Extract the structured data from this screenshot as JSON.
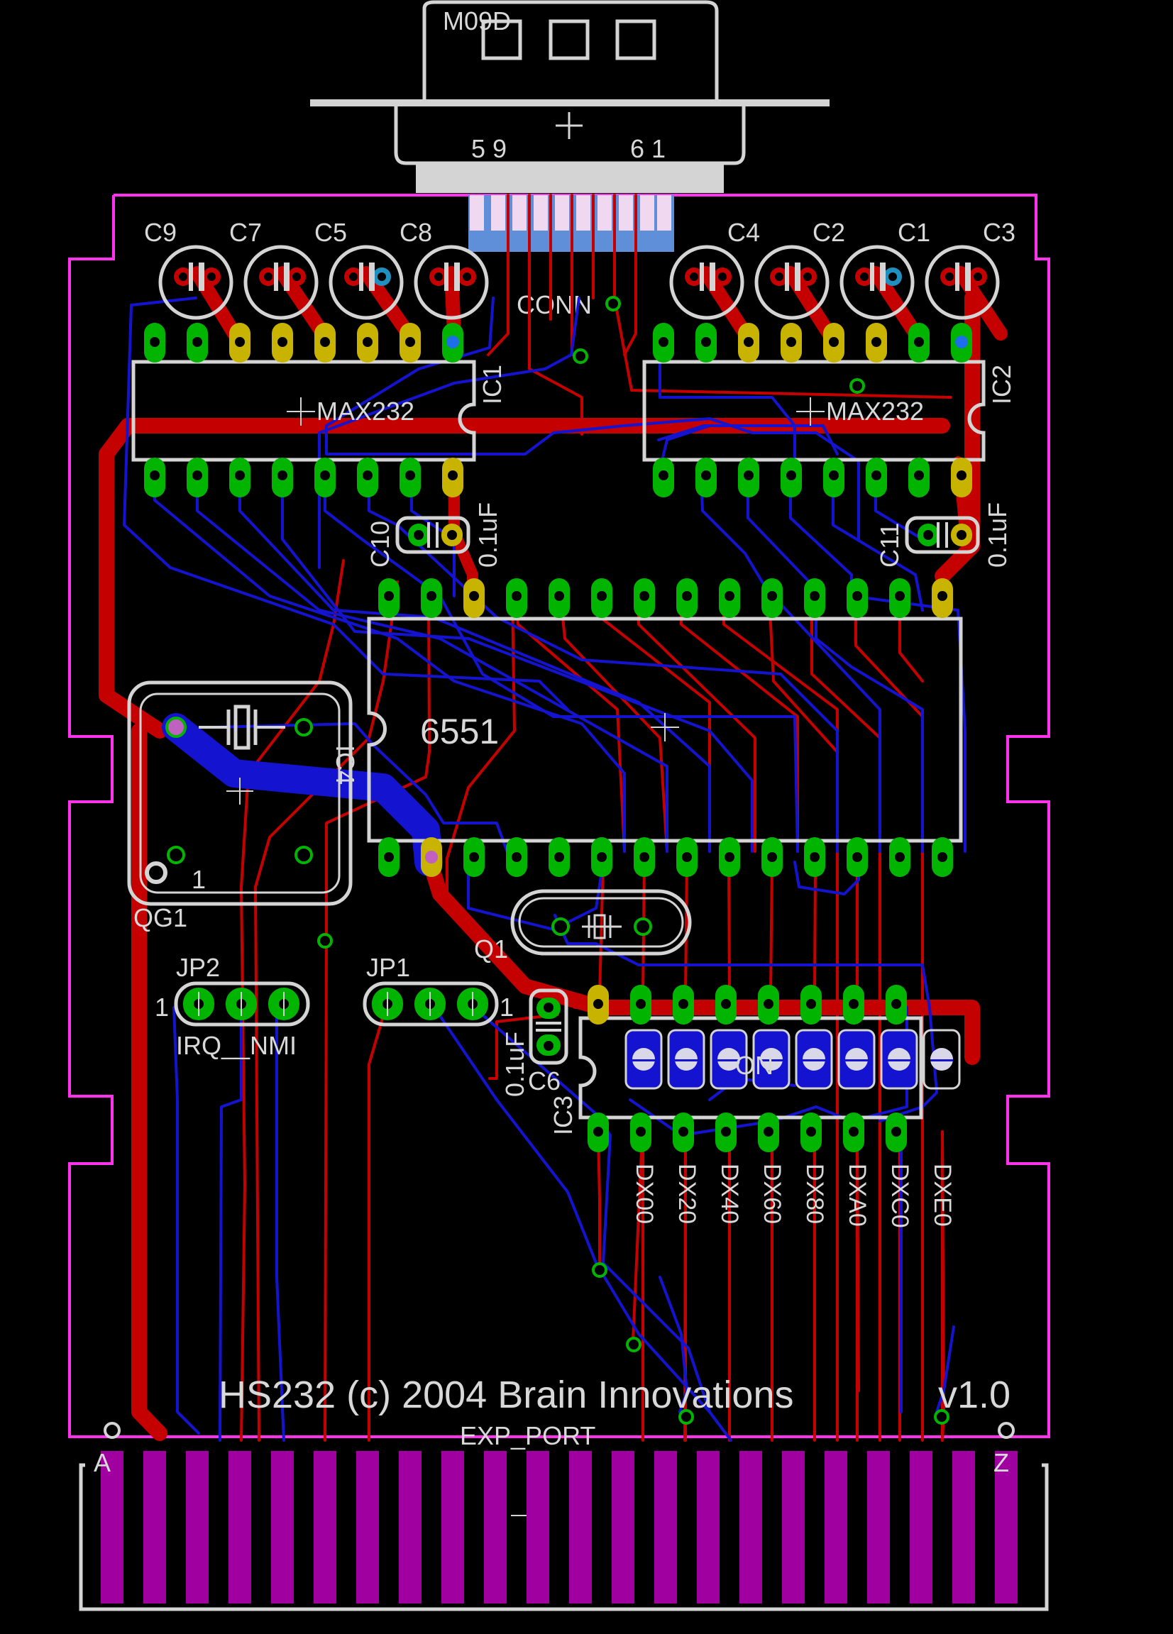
{
  "labels": {
    "connector_top": "M09D",
    "conn_pin_left": "5 9",
    "conn_pin_right": "6 1",
    "conn_name": "CONN",
    "caps_left": [
      "C9",
      "C7",
      "C5",
      "C8"
    ],
    "caps_right": [
      "C4",
      "C2",
      "C1",
      "C3"
    ],
    "ic1_value": "MAX232",
    "ic1_name": "IC1",
    "ic2_value": "MAX232",
    "ic2_name": "IC2",
    "c10_name": "C10",
    "c10_value": "0.1uF",
    "c11_name": "C11",
    "c11_value": "0.1uF",
    "main_ic_value": "6551",
    "main_ic_name": "IC4",
    "osc_name": "QG1",
    "osc_pin": "1",
    "q1_name": "Q1",
    "jp2_name": "JP2",
    "jp2_pin": "1",
    "jp2_text": "IRQ__NMI",
    "jp1_name": "JP1",
    "jp1_pin": "1",
    "c6_name": "C6",
    "c6_value": "0.1uF",
    "ic3_name": "IC3",
    "dip_text": "ON",
    "addresses": [
      "DX00",
      "DX20",
      "DX40",
      "DX60",
      "DX80",
      "DXA0",
      "DXC0",
      "DXE0"
    ],
    "title": "HS232 (c) 2004 Brain Innovations",
    "version": "v1.0",
    "exp_port": "EXP_PORT",
    "edge_left": "A",
    "edge_right": "Z"
  },
  "colors": {
    "background": "#000000",
    "top_copper": "#c40000",
    "bottom_copper": "#1414d0",
    "board_outline": "#ff33ee",
    "pads": "#00b400",
    "silkscreen": "#d4d4d4",
    "edge_fingers": "#a000a0"
  }
}
